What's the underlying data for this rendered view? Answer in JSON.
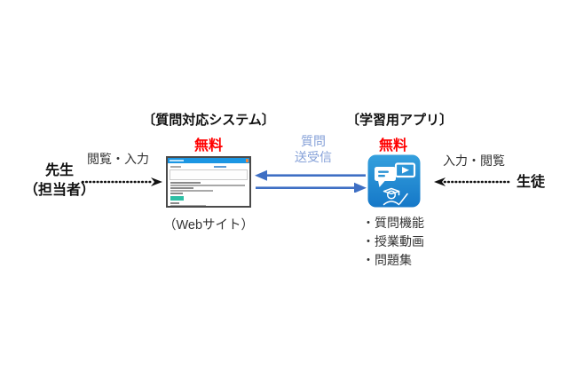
{
  "diagram": {
    "left_system": {
      "title": "〔質問対応システム〕",
      "price": "無料",
      "caption": "（Webサイト）"
    },
    "right_system": {
      "title": "〔学習用アプリ〕",
      "price": "無料",
      "features": [
        "・質問機能",
        "・授業動画",
        "・問題集"
      ]
    },
    "teacher": {
      "line1": "先生",
      "line2": "（担当者）",
      "action": "閲覧・入力"
    },
    "student": {
      "label": "生徒",
      "action": "入力・閲覧"
    },
    "exchange": {
      "line1": "質問",
      "line2": "送受信"
    },
    "icons": {
      "app_icon": "learning-app-icon",
      "browser_thumbnail": "website-thumbnail",
      "dotted_arrow_right": "dotted-arrow-right-icon",
      "dotted_arrow_left": "dotted-arrow-left-icon",
      "double_arrows": "bidirectional-arrows-icon"
    },
    "colors": {
      "price_red": "#FF0000",
      "arrow_blue": "#3E6FC4",
      "exchange_text_blue": "#86A1D8",
      "app_icon_blue_top": "#35A0DD",
      "app_icon_blue_bottom": "#1578C8",
      "browser_titlebar_blue": "#1B96E3",
      "thumbnail_button_teal": "#2EBFA5",
      "dotted_arrow_black": "#111111"
    }
  }
}
